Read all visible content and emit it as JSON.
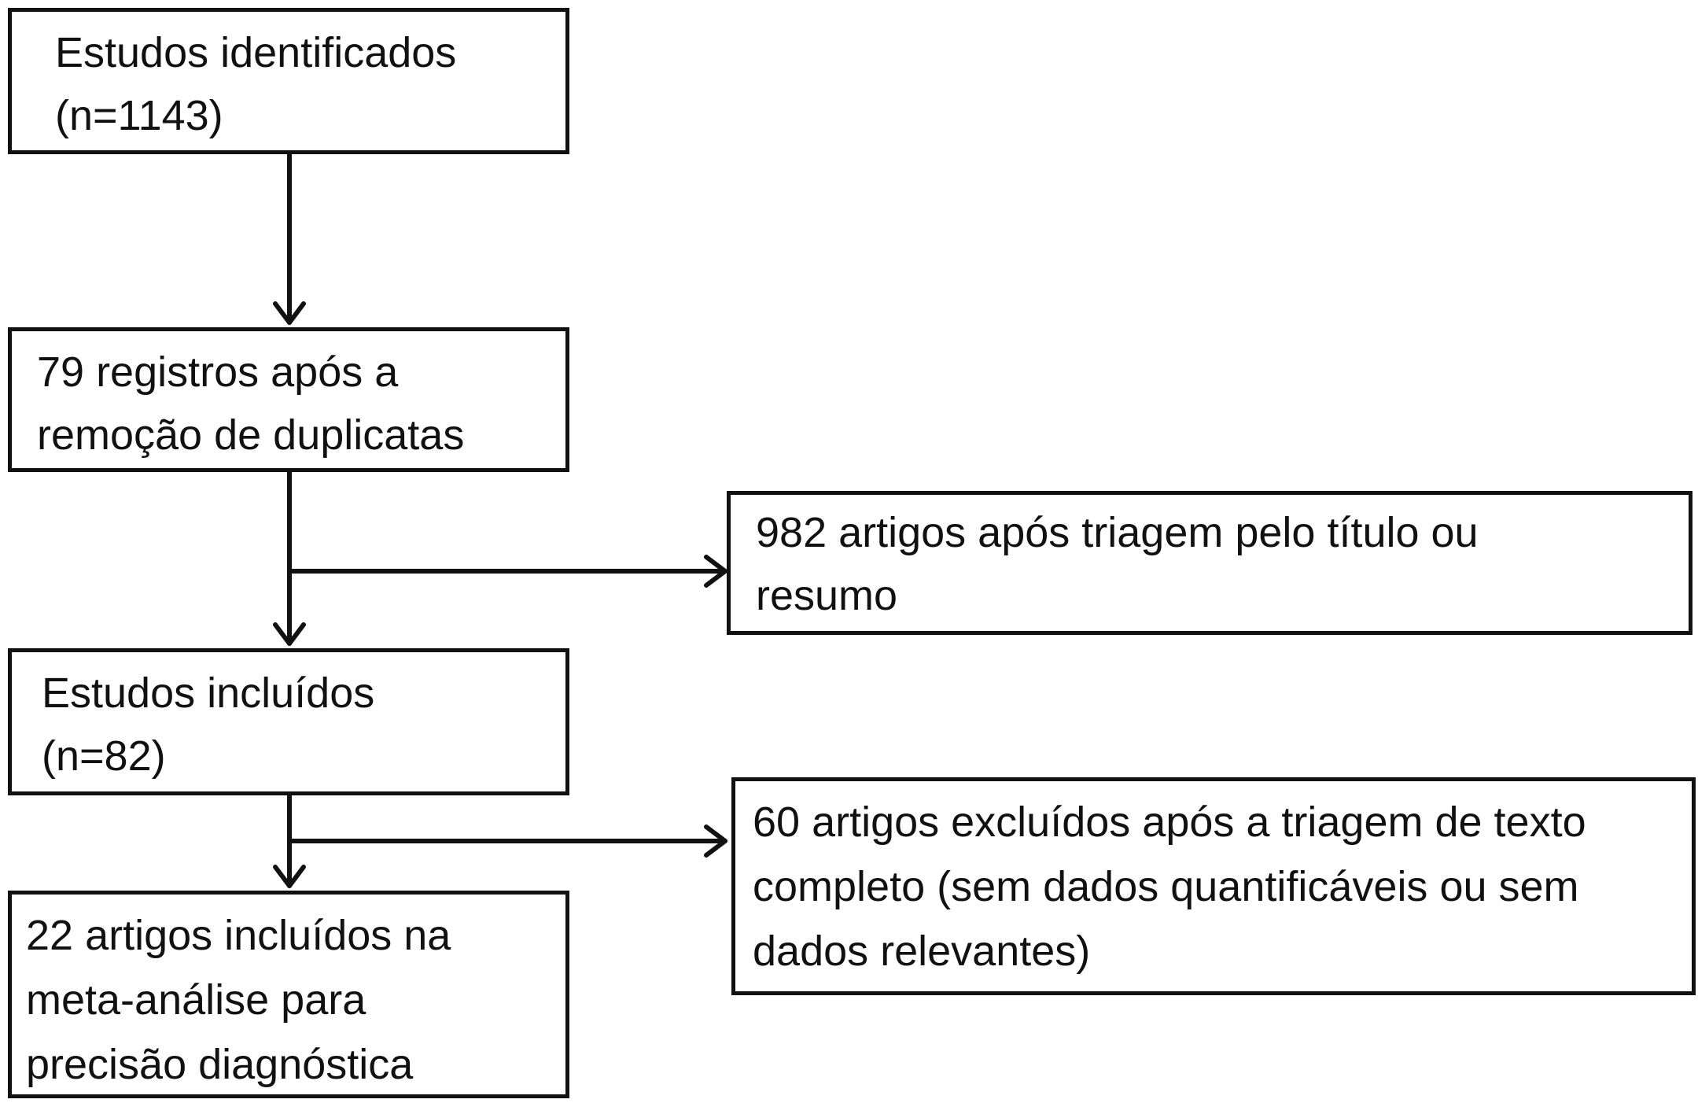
{
  "boxes": {
    "identified": {
      "lines": [
        "Estudos identificados",
        "(n=1143)"
      ]
    },
    "deduplicated": {
      "lines": [
        "79 registros após a",
        "remoção de duplicatas"
      ]
    },
    "screened": {
      "lines": [
        "982 artigos após triagem pelo título ou",
        "resumo"
      ]
    },
    "included": {
      "lines": [
        "Estudos incluídos",
        "(n=82)"
      ]
    },
    "excluded": {
      "lines": [
        "60 artigos excluídos após a triagem de texto",
        "completo (sem dados quantificáveis ou sem",
        "dados relevantes)"
      ]
    },
    "meta_analysis": {
      "lines": [
        "22 artigos incluídos na",
        "meta-análise para",
        "precisão diagnóstica"
      ]
    }
  }
}
